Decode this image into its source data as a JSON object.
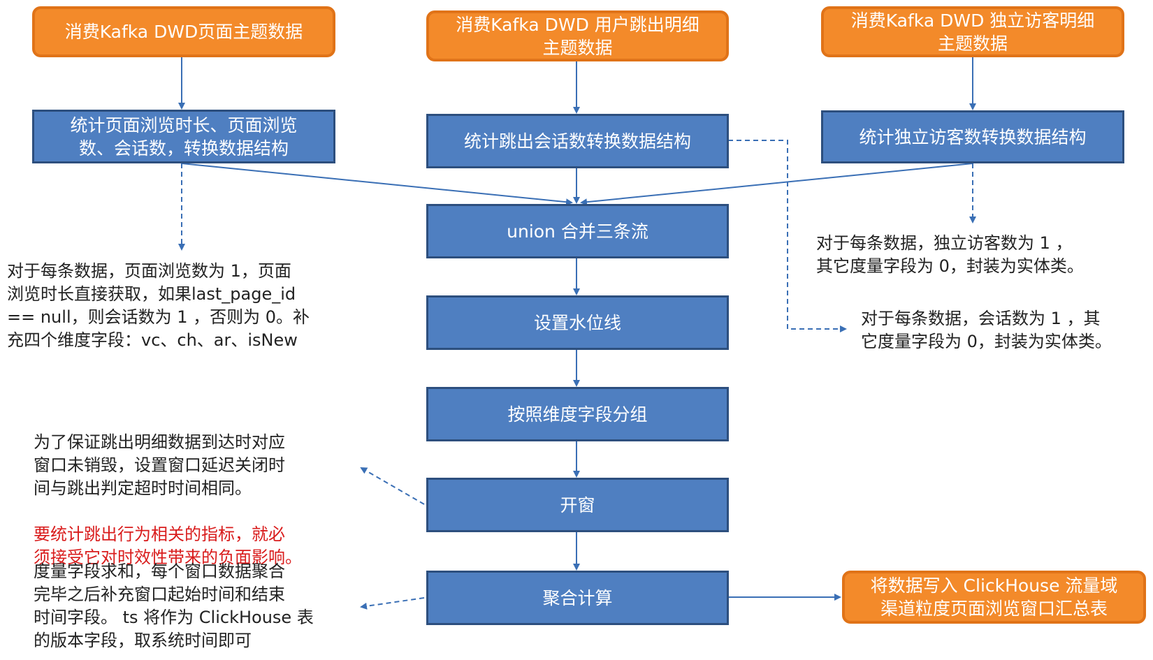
{
  "boxes": {
    "kafka_page": "消费Kafka DWD页面主题数据",
    "kafka_jump": "消费Kafka DWD 用户跳出明细\n主题数据",
    "kafka_uv": "消费Kafka DWD 独立访客明细\n主题数据",
    "stat_page": "统计页面浏览时长、页面浏览\n数、会话数，转换数据结构",
    "stat_jump": "统计跳出会话数转换数据结构",
    "stat_uv": "统计独立访客数转换数据结构",
    "union": "union 合并三条流",
    "watermark": "设置水位线",
    "group": "按照维度字段分组",
    "window": "开窗",
    "aggregate": "聚合计算",
    "sink": "将数据写入 ClickHouse 流量域\n渠道粒度页面浏览窗口汇总表"
  },
  "notes": {
    "page_note": "对于每条数据，页面浏览数为 1，页面\n浏览时长直接获取，如果last_page_id\n== null，则会话数为 1 ，否则为 0。补\n充四个维度字段：vc、ch、ar、isNew",
    "uv_note": "对于每条数据，独立访客数为 1 ，\n其它度量字段为 0，封装为实体类。",
    "jump_note": "对于每条数据，会话数为 1 ，其\n它度量字段为 0，封装为实体类。",
    "window_note": "为了保证跳出明细数据到达时对应\n窗口未销毁，设置窗口延迟关闭时\n间与跳出判定超时时间相同。",
    "window_note_red": "要统计跳出行为相关的指标，就必\n须接受它对时效性带来的负面影响。",
    "aggregate_note": "度量字段求和，每个窗口数据聚合\n完毕之后补充窗口起始时间和结束\n时间字段。 ts 将作为 ClickHouse 表\n的版本字段，取系统时间即可"
  },
  "colors": {
    "orange": "#f38a2a",
    "blue": "#4f7fc1",
    "arrow": "#3a6fb5",
    "red_text": "#d91c1c"
  }
}
